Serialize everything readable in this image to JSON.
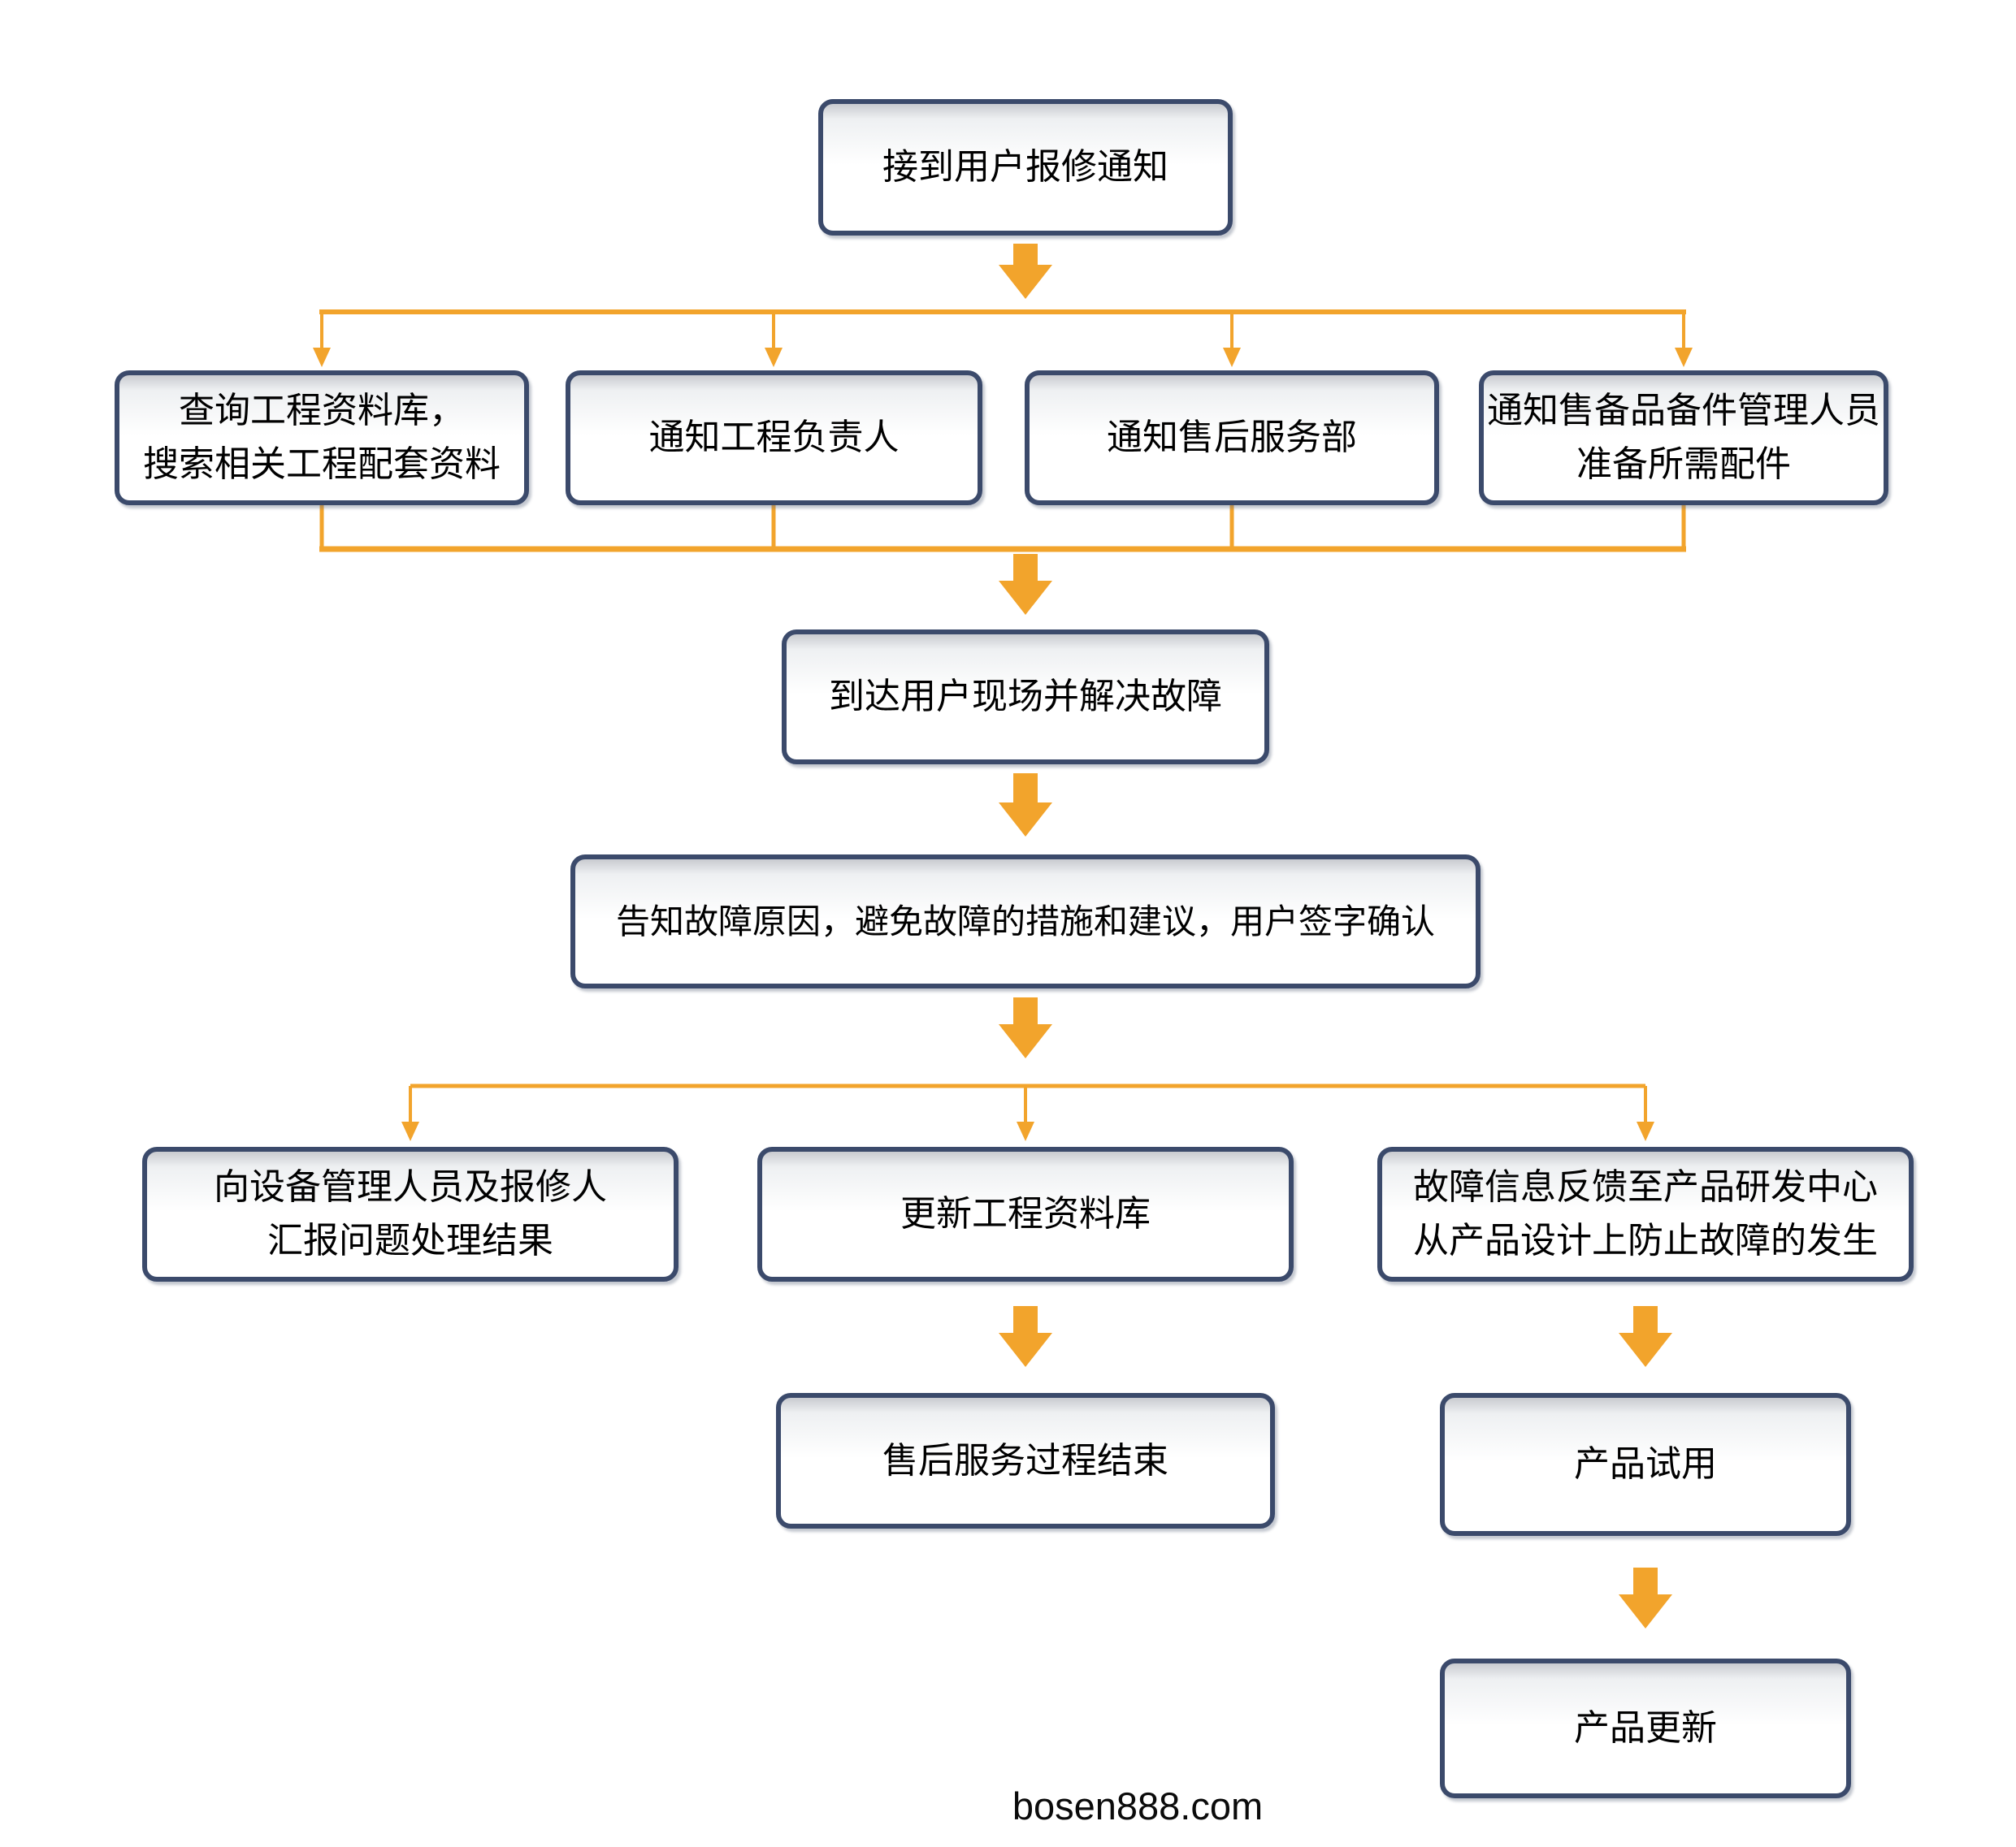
{
  "nodes": {
    "receive": {
      "label": "接到用户报修通知"
    },
    "query_db": {
      "label": "查询工程资料库，\n搜索相关工程配套资料"
    },
    "notify_engineer": {
      "label": "通知工程负责人"
    },
    "notify_aftersales": {
      "label": "通知售后服务部"
    },
    "notify_spareparts": {
      "label": "通知售备品备件管理人员\n准备所需配件"
    },
    "arrive_site": {
      "label": "到达用户现场并解决故障"
    },
    "inform_cause": {
      "label": "告知故障原因，避免故障的措施和建议，用户签字确认"
    },
    "report_result": {
      "label": "向设备管理人员及报修人\n汇报问题处理结果"
    },
    "update_db": {
      "label": "更新工程资料库"
    },
    "feedback_rd": {
      "label": "故障信息反馈至产品研发中心\n从产品设计上防止故障的发生"
    },
    "service_end": {
      "label": "售后服务过程结束"
    },
    "product_trial": {
      "label": "产品试用"
    },
    "product_update": {
      "label": "产品更新"
    }
  },
  "footer": {
    "watermark": "bosen888.com"
  },
  "colors": {
    "connector_orange": "#F2A42C",
    "box_border": "#3B4A6B",
    "text": "#000000"
  }
}
